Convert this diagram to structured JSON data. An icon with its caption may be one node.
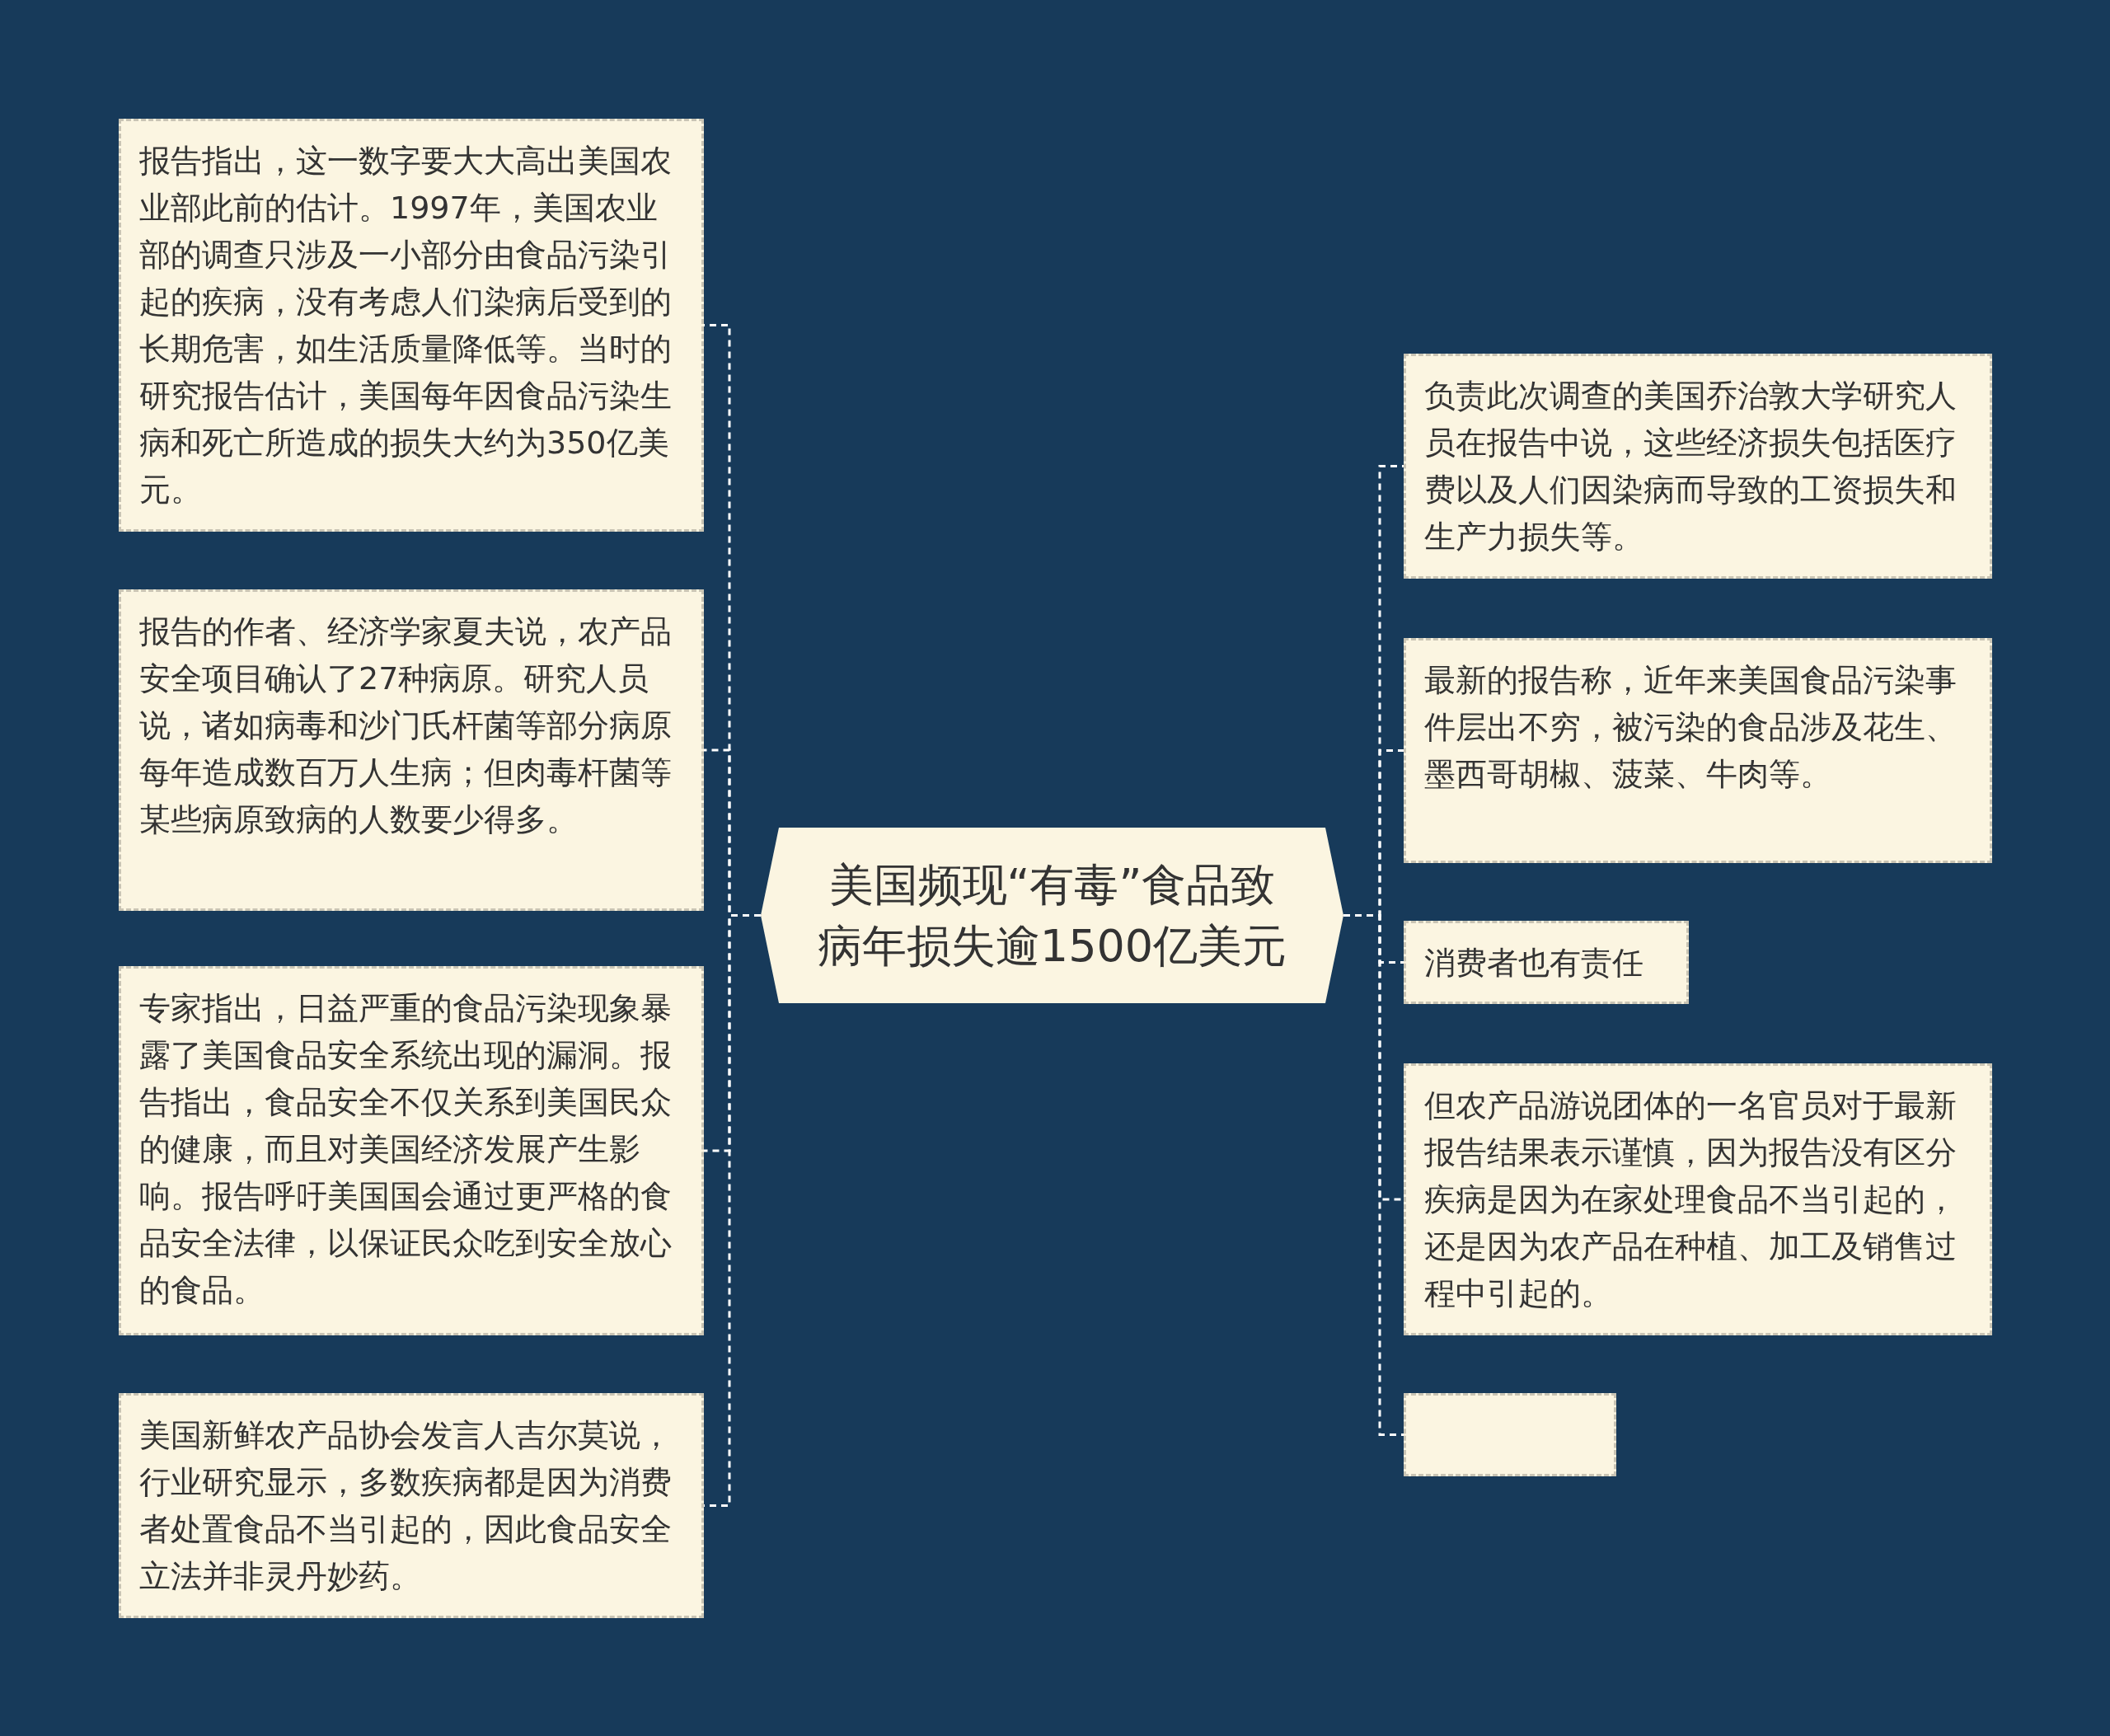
{
  "diagram": {
    "nodes": [
      {
        "text": [
          "美国频现“有毒”食品致病年损失逾1500亿美元"
        ]
      },
      {
        "text": [
          "报告指出，这一数字要大大高出美国农业部此前的估计。1997年，美国农业部的调查只涉及一小部分由食品污染引起的疾病，没有考虑人们染病后受到的长期危害，如生活质量降低等。当时的研究报告估计，美国每年因食品污染生病和死亡所造成的损失大约为350亿美元。"
        ]
      },
      {
        "text": [
          "报告的作者、经济学家夏夫说，农产品安全项目确认了27种病原。研究人员说，诸如病毒和沙门氏杆菌等部分病原每年造成数百万人生病；但肉毒杆菌等某些病原致病的人数要少得多。"
        ]
      },
      {
        "text": [
          "专家指出，日益严重的食品污染现象暴露了美国食品安全系统出现的漏洞。报告指出，食品安全不仅关系到美国民众的健康，而且对美国经济发展产生影响。报告呼吁美国国会通过更严格的食品安全法律，以保证民众吃到安全放心的食品。"
        ]
      },
      {
        "text": [
          "美国新鲜农产品协会发言人吉尔莫说，行业研究显示，多数疾病都是因为消费者处置食品不当引起的，因此食品安全立法并非灵丹妙药。"
        ]
      },
      {
        "text": [
          "负责此次调查的美国乔治敦大学研究人员在报告中说，这些经济损失包括医疗费以及人们因染病而导致的工资损失和生产力损失等。"
        ]
      },
      {
        "text": [
          "最新的报告称，近年来美国食品污染事件层出不穷，被污染的食品涉及花生、墨西哥胡椒、菠菜、牛肉等。"
        ]
      },
      {
        "text": [
          "消费者也有责任"
        ]
      },
      {
        "text": [
          "但农产品游说团体的一名官员对于最新报告结果表示谨慎，因为报告没有区分疾病是因为在家处理食品不当引起的，还是因为农产品在种植、加工及销售过程中引起的。"
        ]
      },
      {
        "text": [],
        "shape": "box"
      }
    ],
    "edges": [
      {
        "from": 0,
        "to": 1,
        "arrow": "none",
        "style": "dashed"
      },
      {
        "from": 0,
        "to": 2,
        "arrow": "none",
        "style": "dashed"
      },
      {
        "from": 0,
        "to": 3,
        "arrow": "none",
        "style": "dashed"
      },
      {
        "from": 0,
        "to": 4,
        "arrow": "none",
        "style": "dashed"
      },
      {
        "from": 0,
        "to": 5,
        "arrow": "none",
        "style": "dashed"
      },
      {
        "from": 0,
        "to": 6,
        "arrow": "none",
        "style": "dashed"
      },
      {
        "from": 0,
        "to": 7,
        "arrow": "none",
        "style": "dashed"
      },
      {
        "from": 0,
        "to": 8,
        "arrow": "none",
        "style": "dashed"
      },
      {
        "from": 0,
        "to": 9,
        "arrow": "none",
        "style": "dashed"
      }
    ]
  }
}
